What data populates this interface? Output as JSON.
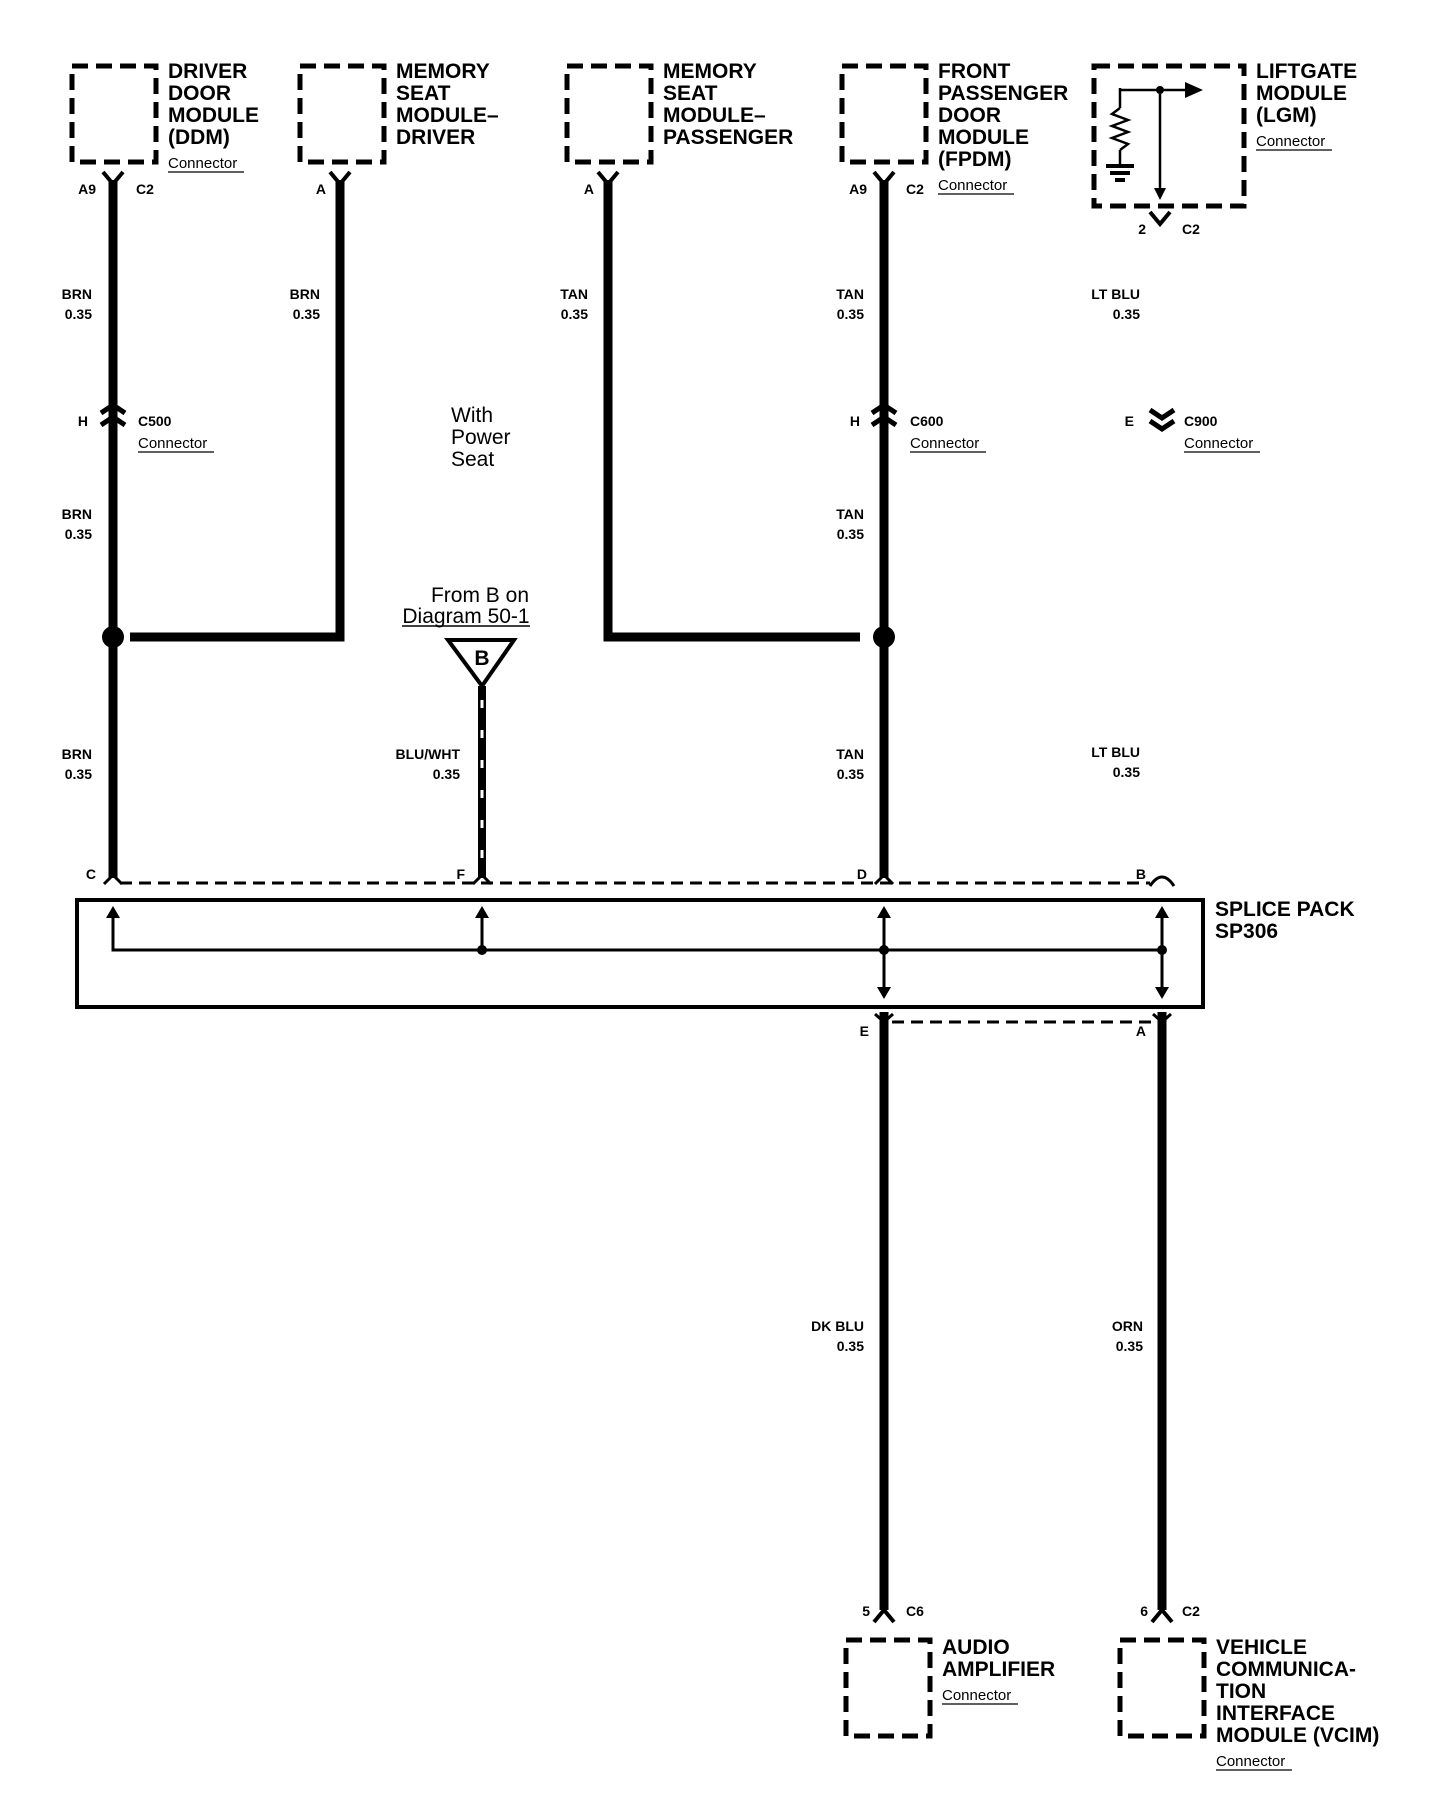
{
  "modules": {
    "ddm": {
      "lines": [
        "DRIVER",
        "DOOR",
        "MODULE",
        "(DDM)"
      ],
      "sub": "Connector",
      "pin_left": "A9",
      "pin_right": "C2"
    },
    "msm_driver": {
      "lines": [
        "MEMORY",
        "SEAT",
        "MODULE–",
        "DRIVER"
      ],
      "pin_left": "A"
    },
    "msm_passenger": {
      "lines": [
        "MEMORY",
        "SEAT",
        "MODULE–",
        "PASSENGER"
      ],
      "pin_left": "A"
    },
    "fpdm": {
      "lines": [
        "FRONT",
        "PASSENGER",
        "DOOR",
        "MODULE",
        "(FPDM)"
      ],
      "sub": "Connector",
      "pin_left": "A9",
      "pin_right": "C2"
    },
    "lgm": {
      "lines": [
        "LIFTGATE",
        "MODULE",
        "(LGM)"
      ],
      "sub": "Connector",
      "pin_left": "2",
      "pin_right": "C2"
    },
    "amp": {
      "lines": [
        "AUDIO",
        "AMPLIFIER"
      ],
      "sub": "Connector",
      "pin_left": "5",
      "pin_right": "C6"
    },
    "vcim": {
      "lines": [
        "VEHICLE",
        "COMMUNICA-",
        "TION",
        "INTERFACE",
        "MODULE (VCIM)"
      ],
      "sub": "Connector",
      "pin_left": "6",
      "pin_right": "C2"
    }
  },
  "wires": {
    "ddm_upper": {
      "color": "BRN",
      "size": "0.35"
    },
    "msm_driver": {
      "color": "BRN",
      "size": "0.35"
    },
    "msm_passenger": {
      "color": "TAN",
      "size": "0.35"
    },
    "fpdm_upper": {
      "color": "TAN",
      "size": "0.35"
    },
    "lgm_upper": {
      "color": "LT BLU",
      "size": "0.35"
    },
    "ddm_mid": {
      "color": "BRN",
      "size": "0.35"
    },
    "fpdm_mid": {
      "color": "TAN",
      "size": "0.35"
    },
    "c_lower": {
      "color": "BRN",
      "size": "0.35"
    },
    "f_lower": {
      "color": "BLU/WHT",
      "size": "0.35"
    },
    "d_lower": {
      "color": "TAN",
      "size": "0.35"
    },
    "b_lower": {
      "color": "LT BLU",
      "size": "0.35"
    },
    "e_out": {
      "color": "DK BLU",
      "size": "0.35"
    },
    "a_out": {
      "color": "ORN",
      "size": "0.35"
    }
  },
  "inline_connectors": {
    "c500": {
      "pin": "H",
      "name": "C500",
      "sub": "Connector"
    },
    "c600": {
      "pin": "H",
      "name": "C600",
      "sub": "Connector"
    },
    "c900": {
      "pin": "E",
      "name": "C900",
      "sub": "Connector"
    }
  },
  "option_note": {
    "lines": [
      "With",
      "Power",
      "Seat"
    ]
  },
  "offpage": {
    "letter": "B",
    "lines": [
      "From B on",
      "Diagram 50-1"
    ]
  },
  "splice_pack": {
    "lines": [
      "SPLICE PACK",
      "SP306"
    ],
    "pins_top": [
      "C",
      "F",
      "D",
      "B"
    ],
    "pins_bottom": [
      "E",
      "A"
    ]
  }
}
